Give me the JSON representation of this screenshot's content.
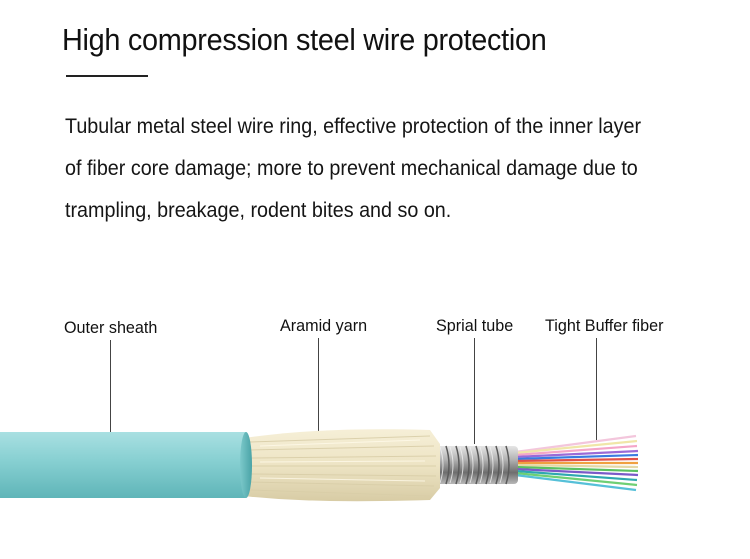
{
  "heading": {
    "title": "High compression steel wire protection"
  },
  "description": {
    "lines": [
      "Tubular metal steel wire ring, effective protection of the inner layer",
      "of fiber core damage; more to prevent mechanical damage due to",
      "trampling, breakage, rodent bites and so on."
    ]
  },
  "labels": {
    "outer_sheath": "Outer sheath",
    "aramid_yarn": "Aramid yarn",
    "spiral_tube": "Sprial tube",
    "tight_buffer": "Tight Buffer fiber"
  },
  "colors": {
    "sheath": "#86cfd1",
    "aramid": "#ede4c4",
    "steel": "#9a9a9a"
  }
}
